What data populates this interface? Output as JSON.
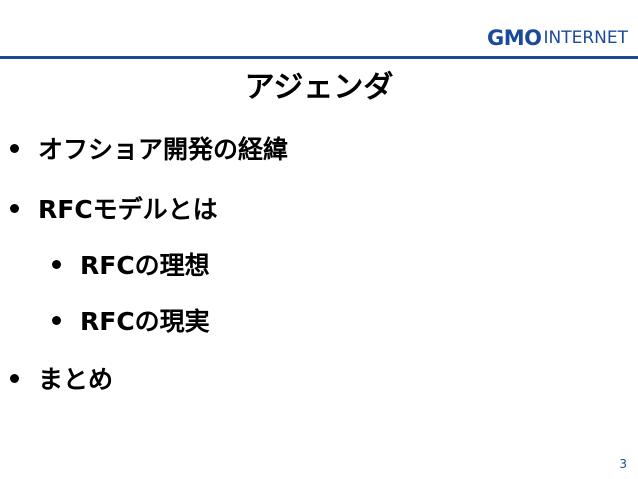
{
  "header": {
    "logo_gmo": "GMO",
    "logo_internet": "INTERNET",
    "brand_color": "#1b4a9c"
  },
  "title": "アジェンダ",
  "agenda": {
    "items": [
      {
        "label": "オフショア開発の経緯",
        "level": 1
      },
      {
        "label": "RFCモデルとは",
        "level": 1
      },
      {
        "label": "RFCの理想",
        "level": 2
      },
      {
        "label": "RFCの現実",
        "level": 2
      },
      {
        "label": "まとめ",
        "level": 1
      }
    ]
  },
  "footer": {
    "page_number": "3"
  }
}
